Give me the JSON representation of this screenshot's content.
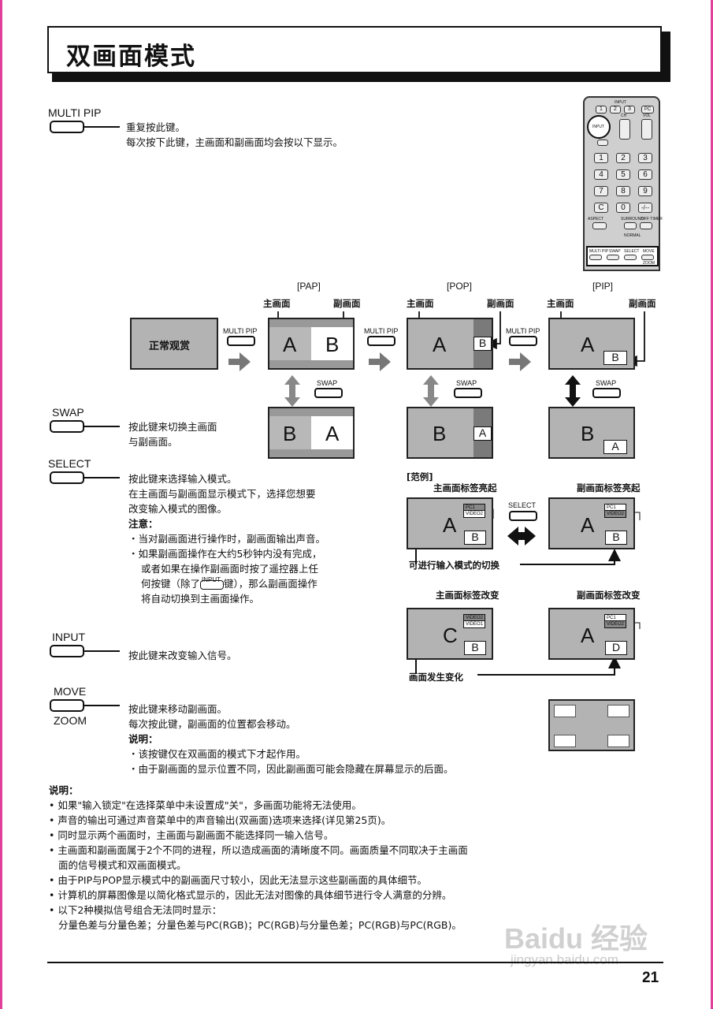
{
  "title": "双画面模式",
  "keys": {
    "multi_pip": "MULTI PIP",
    "swap": "SWAP",
    "select": "SELECT",
    "input": "INPUT",
    "move": "MOVE",
    "zoom": "ZOOM"
  },
  "multi_pip_desc": [
    "重复按此键。",
    "每次按下此键，主画面和副画面均会按以下显示。"
  ],
  "swap_desc": [
    "按此键来切换主画面",
    "与副画面。"
  ],
  "select_desc": {
    "lines": [
      "按此键来选择输入模式。",
      "在主画面与副画面显示模式下，选择您想要",
      "改变输入模式的图像。"
    ],
    "note_title": "注意：",
    "notes": [
      "・当对副画面进行操作时，副画面输出声音。",
      "・如果副画面操作在大约5秒钟内没有完成，",
      "或者如果在操作副画面时按了遥控器上任",
      "何按键（除了",
      "键），那么副画面操作",
      "将自动切换到主画面操作。"
    ],
    "inline_key": "INPUT"
  },
  "input_desc": "按此键来改变输入信号。",
  "move_desc": {
    "lines": [
      "按此键来移动副画面。",
      "每次按此键，副画面的位置都会移动。"
    ],
    "note_title": "说明：",
    "notes": [
      "・该按键仅在双画面的模式下才起作用。",
      "・由于副画面的显示位置不同，因此副画面可能会隐藏在屏幕显示的后面。"
    ]
  },
  "diagram": {
    "modes": [
      "[PAP]",
      "[POP]",
      "[PIP]"
    ],
    "main_label": "主画面",
    "sub_label": "副画面",
    "normal_view": "正常观赏",
    "multi_pip": "MULTI PIP",
    "swap": "SWAP",
    "letters": {
      "a": "A",
      "b": "B",
      "c": "C",
      "d": "D"
    }
  },
  "example": {
    "title": "[范例]",
    "main_lit": "主画面标签亮起",
    "sub_lit": "副画面标签亮起",
    "select": "SELECT",
    "switch_note": "可进行输入模式的切换",
    "main_changed": "主画面标签改变",
    "sub_changed": "副画面标签改变",
    "picture_changed": "画面发生变化",
    "tag_pc1": "PC1",
    "tag_video2": "VIDEO2",
    "tag_video1": "VIDEO1"
  },
  "remote": {
    "input": "INPUT",
    "pc": "PC",
    "ch": "CH",
    "vol": "VOL",
    "keys_row1": [
      "1",
      "2",
      "3"
    ],
    "keys_row2": [
      "4",
      "5",
      "6"
    ],
    "keys_row3": [
      "7",
      "8",
      "9"
    ],
    "keys_row4": [
      "C",
      "0",
      "-/--"
    ],
    "aspect": "ASPECT",
    "surround": "SURROUND",
    "off_timer": "OFF TIMER",
    "normal": "NORMAL",
    "multi_pip": "MULTI PIP",
    "swap": "SWAP",
    "select": "SELECT",
    "move": "MOVE",
    "zoom": "ZOOM"
  },
  "notes": {
    "title": "说明：",
    "items": [
      "• 如果\"输入锁定\"在选择菜单中未设置成\"关\"，多画面功能将无法使用。",
      "• 声音的输出可通过声音菜单中的声音输出(双画面)选项来选择(详见第25页)。",
      "• 同时显示两个画面时，主画面与副画面不能选择同一输入信号。",
      "• 主画面和副画面属于2个不同的进程，所以造成画面的清晰度不同。画面质量不同取决于主画面",
      "   面的信号模式和双画面模式。",
      "• 由于PIP与POP显示模式中的副画面尺寸较小，因此无法显示这些副画面的具体细节。",
      "• 计算机的屏幕图像是以简化格式显示的，因此无法对图像的具体细节进行令人满意的分辨。",
      "• 以下2种模拟信号组合无法同时显示：",
      "   分量色差与分量色差；分量色差与PC(RGB)；PC(RGB)与分量色差；PC(RGB)与PC(RGB)。"
    ]
  },
  "page_number": "21",
  "watermark": {
    "brand": "Baidu 经验",
    "url": "jingyan.baidu.com"
  }
}
